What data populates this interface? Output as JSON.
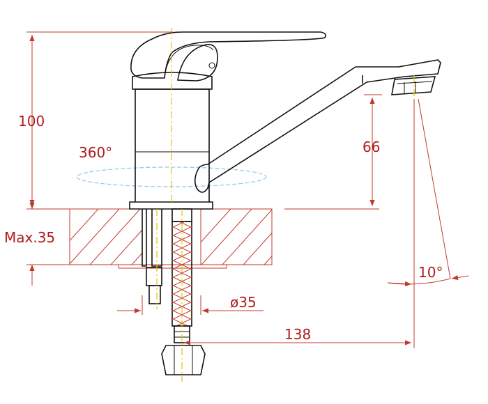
{
  "dimensions": {
    "total_height": "100",
    "spout_height": "66",
    "rotation": "360°",
    "max_thickness": "Max.35",
    "hole_diameter": "ø35",
    "reach": "138",
    "spout_angle": "10°"
  },
  "colors": {
    "dimension": "#b01a1a",
    "outline": "#111111",
    "centerline": "#e2c200",
    "rotation_ring": "#8ec9e8"
  }
}
